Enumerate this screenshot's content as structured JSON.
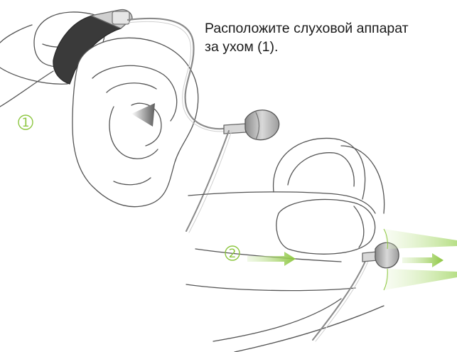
{
  "instruction": {
    "line1": "Расположите слуховой аппарат",
    "line2": "за ухом (1)."
  },
  "steps": {
    "step1": "1",
    "step2": "2"
  },
  "colors": {
    "accent_green": "#8cc63f",
    "line": "#555555",
    "device_dark": "#3a3a3a"
  }
}
